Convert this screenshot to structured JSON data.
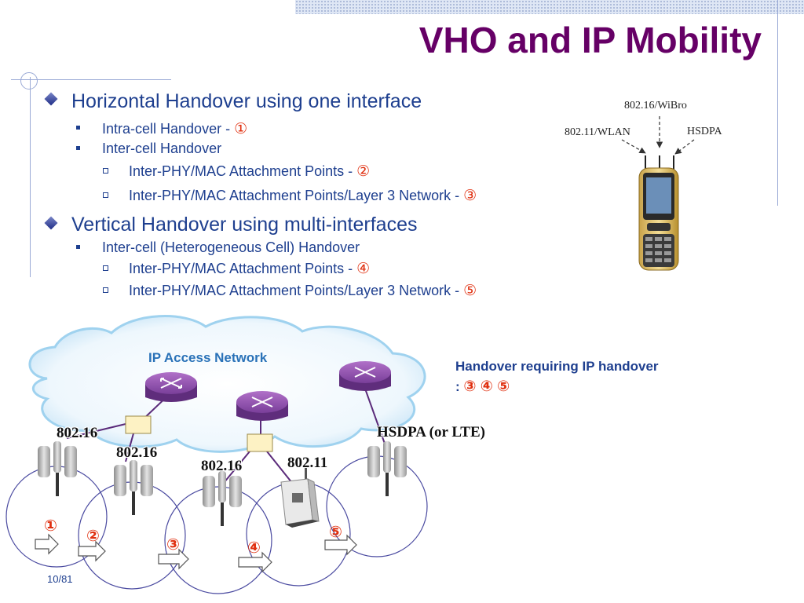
{
  "title": "VHO and IP Mobility",
  "bullets": {
    "horizontal": {
      "text": "Horizontal Handover using one interface",
      "intra": {
        "text": "Intra-cell Handover - ",
        "num": "①"
      },
      "inter": {
        "text": "Inter-cell Handover",
        "sub1": {
          "text": "Inter-PHY/MAC Attachment Points - ",
          "num": "②"
        },
        "sub2": {
          "text": "Inter-PHY/MAC Attachment Points/Layer 3 Network - ",
          "num": "③"
        }
      }
    },
    "vertical": {
      "text": "Vertical Handover using multi-interfaces",
      "inter": {
        "text": "Inter-cell (Heterogeneous Cell) Handover",
        "sub1": {
          "text": "Inter-PHY/MAC Attachment Points - ",
          "num": "④"
        },
        "sub2": {
          "text": "Inter-PHY/MAC Attachment Points/Layer 3 Network - ",
          "num": "⑤"
        }
      }
    }
  },
  "phone_labels": {
    "wibro": "802.16/WiBro",
    "wlan": "802.11/WLAN",
    "hsdpa": "HSDPA"
  },
  "diagram": {
    "network_label": "IP Access Network",
    "bs1": "802.16",
    "bs2": "802.16",
    "bs3": "802.16",
    "ap": "802.11",
    "cell": "HSDPA (or LTE)",
    "n1": "①",
    "n2": "②",
    "n3": "③",
    "n4": "④",
    "n5": "⑤"
  },
  "handover_note": {
    "line1": "Handover requiring IP handover",
    "prefix": ": ",
    "nums": "③ ④ ⑤"
  },
  "slide_number": "10/81",
  "colors": {
    "title": "#660066",
    "text": "#1e3f8f",
    "number_accent": "#e03010",
    "router": "#7a3f9a",
    "cloud": "#cfe8f8"
  }
}
